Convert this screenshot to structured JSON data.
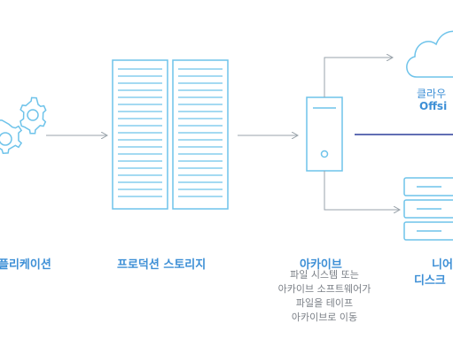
{
  "labels": {
    "application": "플리케이션",
    "production_storage": "프로덕션 스토리지",
    "archive": "아카이브",
    "archive_desc": [
      "파일 시스템 또는",
      "아카이브 소프트웨어가",
      "파일을 테이프",
      "아카이브로 이동"
    ],
    "cloud_title": "클라우",
    "cloud_sub": "Offsi",
    "nearline_title": "니어",
    "nearline_sub": "디스크"
  },
  "colors": {
    "stroke": "#6ec3ea",
    "arrow": "#9aa3ab",
    "label": "#3d8fd6",
    "desc": "#7a7f86",
    "link": "#2d3e9c"
  },
  "icons": {
    "application": "gears-icon",
    "production_storage": "server-rack-icon",
    "archive": "server-tower-icon",
    "cloud": "cloud-icon",
    "nearline": "disk-stack-icon"
  }
}
